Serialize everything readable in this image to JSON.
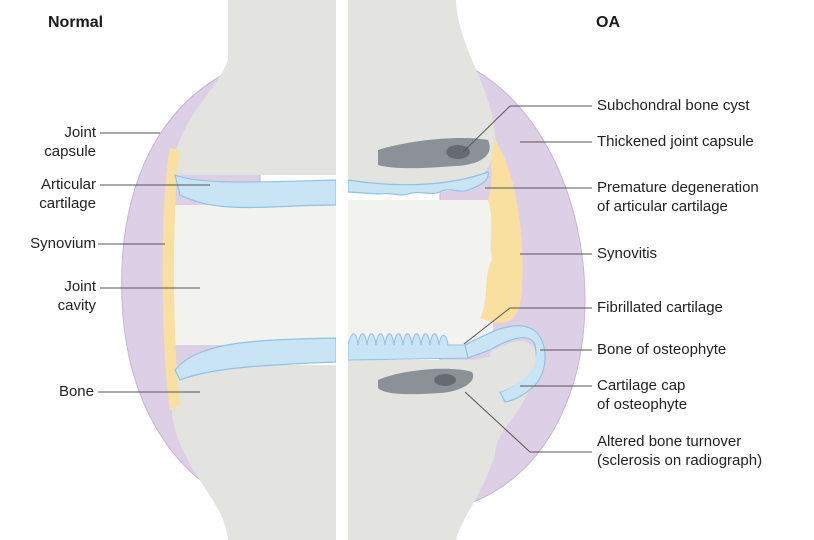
{
  "titles": {
    "left": "Normal",
    "right": "OA"
  },
  "left_labels": {
    "joint_capsule": [
      "Joint",
      "capsule"
    ],
    "articular_cartilage": [
      "Articular",
      "cartilage"
    ],
    "synovium": "Synovium",
    "joint_cavity": [
      "Joint",
      "cavity"
    ],
    "bone": "Bone"
  },
  "right_labels": {
    "subchondral_cyst": "Subchondral bone cyst",
    "thickened_capsule": "Thickened joint capsule",
    "premature_degeneration": [
      "Premature degeneration",
      "of articular cartilage"
    ],
    "synovitis": "Synovitis",
    "fibrillated_cartilage": "Fibrillated cartilage",
    "bone_osteophyte": "Bone of osteophyte",
    "cartilage_cap": [
      "Cartilage cap",
      "of osteophyte"
    ],
    "altered_turnover": [
      "Altered bone turnover",
      "(sclerosis on radiograph)"
    ]
  },
  "colors": {
    "capsule": "#ddd0e6",
    "bone": "#e3e3df",
    "cartilage": "#c9e4f4",
    "cartilage_edge": "#8fc3e3",
    "synovium": "#f9dfa0",
    "cyst": "#8b9197",
    "cavity": "#f2f2ef"
  }
}
